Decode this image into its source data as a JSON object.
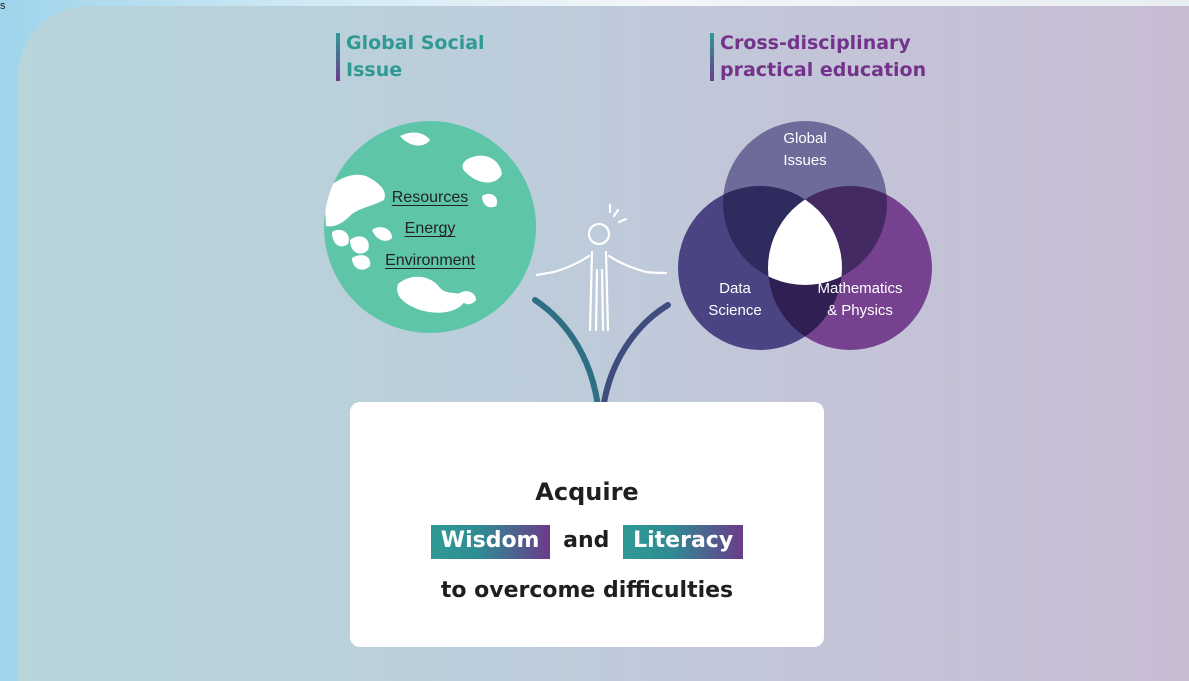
{
  "corner_mark": "s",
  "headings": {
    "social": "Global Social Issue",
    "cross": "Cross-disciplinary practical education"
  },
  "globe": {
    "labels": [
      "Resources",
      "Energy",
      "Environment"
    ]
  },
  "venn": {
    "circles": {
      "global": "Global\nIssues",
      "data": "Data\nScience",
      "math": "Mathematics\n& Physics"
    }
  },
  "result": {
    "acquire": "Acquire",
    "pill_1": "Wisdom",
    "and": "and",
    "pill_2": "Literacy",
    "overcome": "to overcome difficulties"
  },
  "colors": {
    "teal": "#2f9a94",
    "purple": "#74338a",
    "globe": "#5fc5a8",
    "venn_top": "#6e6a9a",
    "venn_left": "#4a4483",
    "venn_right": "#76428f"
  }
}
